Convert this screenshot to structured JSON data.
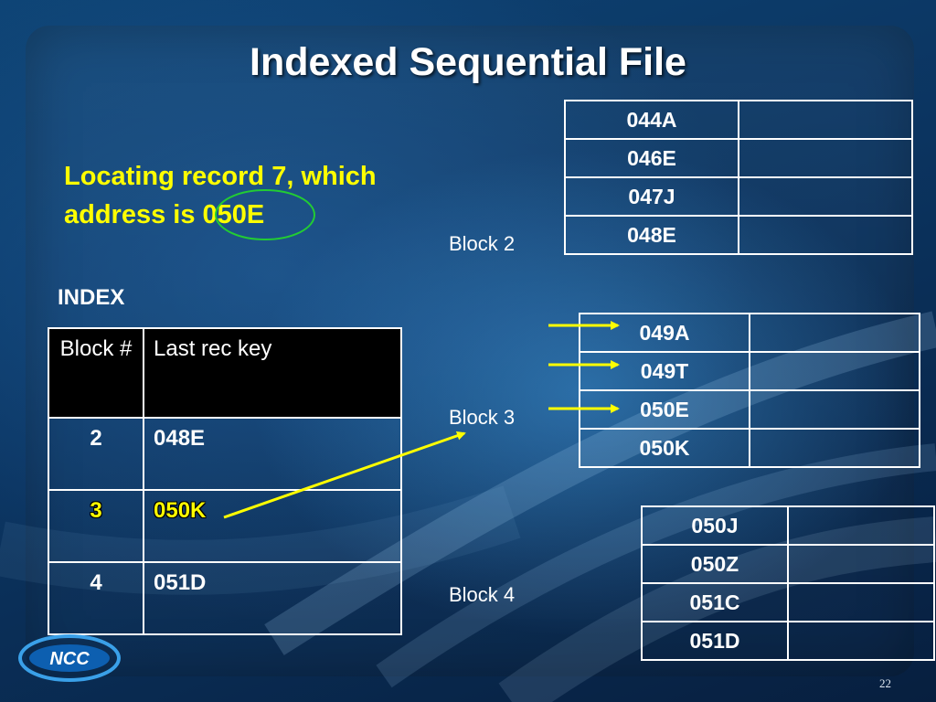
{
  "title": "Indexed Sequential File",
  "locating_text": "Locating record 7, which address is 050E",
  "index_label": "INDEX",
  "index_table": {
    "headers": [
      "Block #",
      "Last rec key"
    ],
    "rows": [
      {
        "block": "2",
        "key": "048E"
      },
      {
        "block": "3",
        "key": "050K"
      },
      {
        "block": "4",
        "key": "051D"
      }
    ],
    "highlighted_row": 1
  },
  "blocks": [
    {
      "label": "Block 2",
      "keys": [
        "044A",
        "046E",
        "047J",
        "048E"
      ]
    },
    {
      "label": "Block 3",
      "keys": [
        "049A",
        "049T",
        "050E",
        "050K"
      ]
    },
    {
      "label": "Block 4",
      "keys": [
        "050J",
        "050Z",
        "051C",
        "051D"
      ]
    }
  ],
  "logo_text": "NCC",
  "page_number": "22",
  "colors": {
    "highlight": "#ffff00",
    "arrow": "#ffff00",
    "circle": "#22cc33"
  }
}
